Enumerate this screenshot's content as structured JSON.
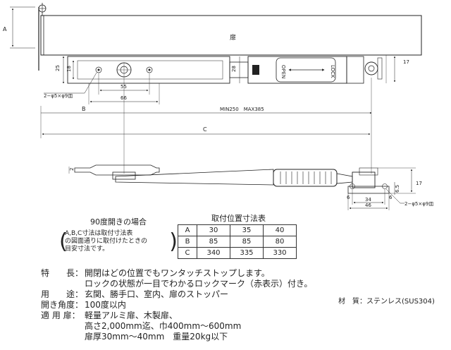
{
  "drawing": {
    "door_label": "扉",
    "dim_A": "A",
    "dim_B": "B",
    "dim_C": "C",
    "dim_25": "25",
    "dim_18": "18",
    "dim_55": "55",
    "dim_66": "66",
    "dim_28": "28",
    "dim_17_top": "17",
    "hole_top": "2−φ5×φ9皿",
    "range": "MIN250　MAX385",
    "lock_open": "OPEN",
    "lock_lock": "LOCK",
    "dim_2": "2",
    "dim_6_left": "6",
    "dim_34": "34",
    "dim_46": "46",
    "dim_6_right": "6",
    "dim_65": "6.5",
    "dim_17_bottom": "17",
    "hole_bottom": "2−φ5×φ9皿"
  },
  "caption90": "90度開きの場合",
  "paren_note": [
    "A,B,C寸法は取付寸法表",
    "の図面通りに取付けたときの",
    "目安寸法です。"
  ],
  "spec_table": {
    "title": "取付位置寸法表",
    "rows": [
      {
        "h": "A",
        "v": [
          "30",
          "35",
          "40"
        ]
      },
      {
        "h": "B",
        "v": [
          "85",
          "85",
          "80"
        ]
      },
      {
        "h": "C",
        "v": [
          "340",
          "335",
          "330"
        ]
      }
    ]
  },
  "features": [
    {
      "k": "特　　長：",
      "v": "開閉はどの位置でもワンタッチストップします。"
    },
    {
      "k": "",
      "v": "ロックの状態が一目でわかるロックマーク（赤表示）付き。"
    },
    {
      "k": "用　　途：",
      "v": "玄関、勝手口、室内、扉のストッパー"
    },
    {
      "k": "開き角度：",
      "v": "100度以内"
    },
    {
      "k": "適 用 扉：",
      "v": "軽量アルミ扉、木製扉、"
    },
    {
      "k": "",
      "v": "高さ2,000mm迄、巾400mm～600mm"
    },
    {
      "k": "",
      "v": "扉厚30mm～40mm　重量20kg以下"
    }
  ],
  "material": "材　質：ステンレス(SUS304)"
}
